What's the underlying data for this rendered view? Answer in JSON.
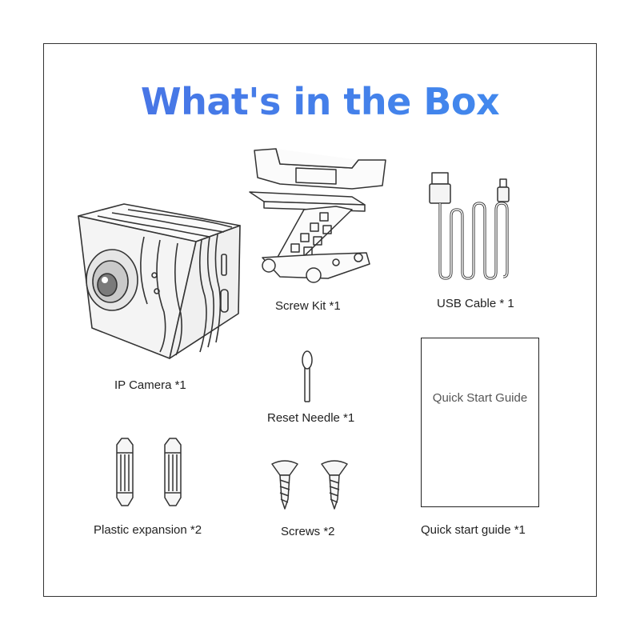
{
  "title": "What's in the Box",
  "colors": {
    "title_start": "#4a6fe3",
    "title_end": "#3f8ff0",
    "line": "#333333"
  },
  "items": {
    "camera": {
      "label": "IP Camera *1",
      "icon": "ip-camera-icon"
    },
    "screwkit": {
      "label": "Screw Kit *1",
      "icon": "mount-bracket-icon"
    },
    "usb": {
      "label": "USB Cable * 1",
      "icon": "usb-cable-icon"
    },
    "needle": {
      "label": "Reset Needle *1",
      "icon": "reset-pin-icon"
    },
    "anchors": {
      "label": "Plastic expansion *2",
      "icon": "wall-anchor-icon"
    },
    "screws": {
      "label": "Screws *2",
      "icon": "screw-icon"
    },
    "guide": {
      "label": "Quick start guide *1",
      "cover_text": "Quick Start Guide",
      "icon": "booklet-icon"
    }
  }
}
